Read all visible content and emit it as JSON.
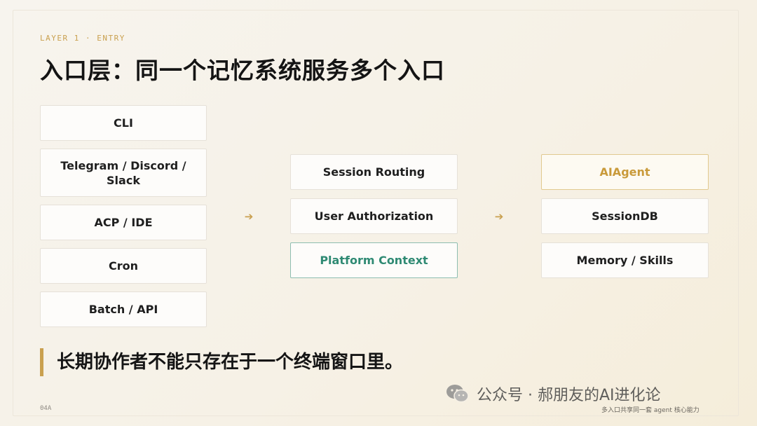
{
  "header": {
    "eyebrow": "LAYER 1 · ENTRY",
    "title": "入口层：同一个记忆系统服务多个入口"
  },
  "entries": [
    "CLI",
    "Telegram / Discord / Slack",
    "ACP / IDE",
    "Cron",
    "Batch / API"
  ],
  "middle": [
    "Session Routing",
    "User Authorization",
    "Platform Context"
  ],
  "targets": [
    "AIAgent",
    "SessionDB",
    "Memory / Skills"
  ],
  "arrows": {
    "glyph": "➔"
  },
  "quote": "长期协作者不能只存在于一个终端窗口里。",
  "footer": {
    "page": "04A",
    "note": "多入口共享同一套 agent 核心能力",
    "watermark": "公众号 · 郝朋友的AI进化论"
  },
  "colors": {
    "accent_gold": "#c9a04f",
    "teal": "#2f8a73",
    "background": "#f7f4ee"
  }
}
